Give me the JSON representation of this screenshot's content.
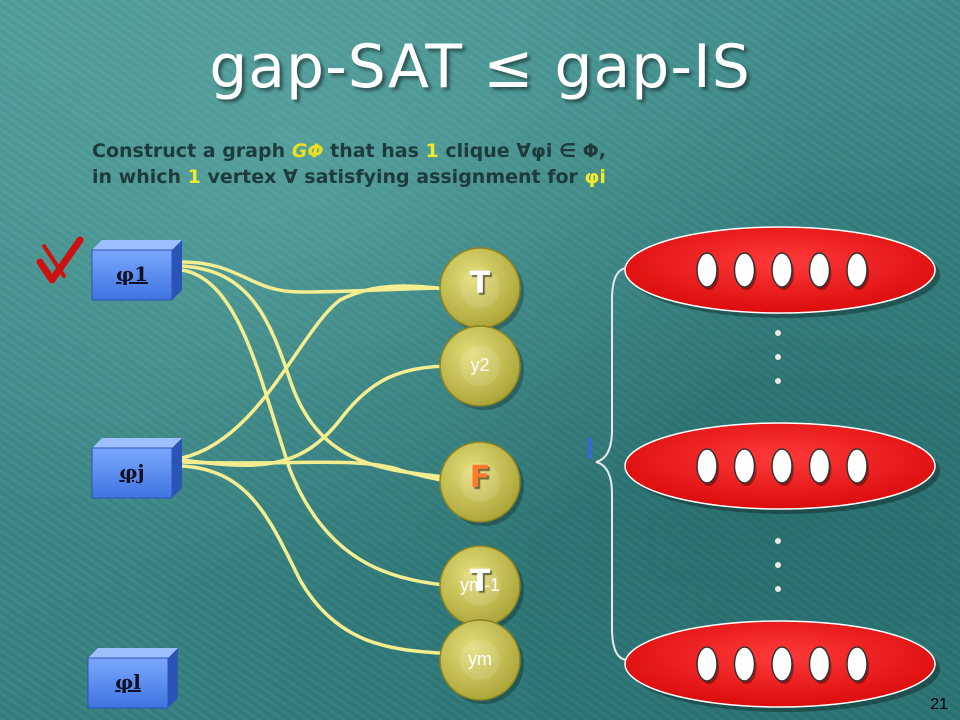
{
  "slide": {
    "title": "gap-SAT ≤ gap-IS",
    "subtitle": {
      "line1": [
        {
          "text": "Construct a graph ",
          "style": "normal"
        },
        {
          "text": "GΦ",
          "style": "em"
        },
        {
          "text": " that has ",
          "style": "normal"
        },
        {
          "text": "1",
          "style": "hl"
        },
        {
          "text": " clique ∀φi ∈ Φ,",
          "style": "normal"
        }
      ],
      "line2": [
        {
          "text": "in which ",
          "style": "normal"
        },
        {
          "text": "1",
          "style": "hl"
        },
        {
          "text": " vertex ∀ satisfying assignment for ",
          "style": "normal"
        },
        {
          "text": "φi",
          "style": "hl"
        }
      ]
    },
    "page_number": "21"
  },
  "diagram": {
    "clause_boxes": [
      {
        "label": "φ1"
      },
      {
        "label": "φj"
      },
      {
        "label": "φl"
      }
    ],
    "variable_nodes": [
      {
        "label": "",
        "value": "T",
        "value_color": "#ffffff"
      },
      {
        "label": "y2",
        "value": "",
        "value_color": "#ffffff"
      },
      {
        "label": "",
        "value": "F",
        "value_color": "#ff7a30"
      },
      {
        "label": "ym-1",
        "value": "T",
        "value_color": "#ffffff"
      },
      {
        "label": "ym",
        "value": "",
        "value_color": "#ffffff"
      }
    ],
    "l_label": "l",
    "checkmark_icon": "check-mark-icon",
    "cliques_count": 3,
    "vertices_per_clique": 5,
    "colors": {
      "clique_fill": "#ee1111",
      "node_fill": "#c8c24a",
      "wire": "#f4ee90",
      "box": "#5a8cf0"
    }
  }
}
